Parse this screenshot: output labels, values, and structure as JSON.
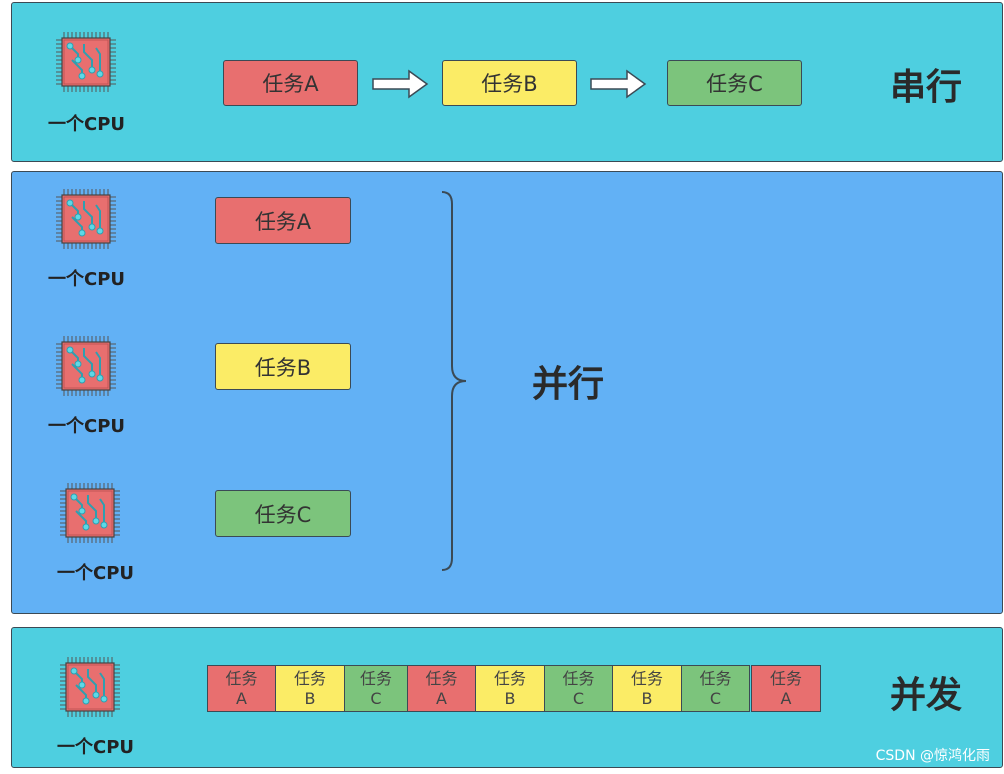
{
  "serial": {
    "cpu_label": "一个CPU",
    "tasks": [
      "任务A",
      "任务B",
      "任务C"
    ],
    "title": "串行"
  },
  "parallel": {
    "cpu_labels": [
      "一个CPU",
      "一个CPU",
      "一个CPU"
    ],
    "tasks": [
      "任务A",
      "任务B",
      "任务C"
    ],
    "title": "并行"
  },
  "concurrent": {
    "cpu_label": "一个CPU",
    "title": "并发",
    "slots": [
      {
        "top": "任务",
        "bottom": "A",
        "color": "red"
      },
      {
        "top": "任务",
        "bottom": "B",
        "color": "yellow"
      },
      {
        "top": "任务",
        "bottom": "C",
        "color": "green"
      },
      {
        "top": "任务",
        "bottom": "A",
        "color": "red"
      },
      {
        "top": "任务",
        "bottom": "B",
        "color": "yellow"
      },
      {
        "top": "任务",
        "bottom": "C",
        "color": "green"
      },
      {
        "top": "任务",
        "bottom": "B",
        "color": "yellow"
      },
      {
        "top": "任务",
        "bottom": "C",
        "color": "green"
      },
      {
        "top": "任务",
        "bottom": "A",
        "color": "red"
      }
    ]
  },
  "colors": {
    "red": "#e86f6f",
    "yellow": "#fbec66",
    "green": "#7cc47c",
    "cpu": "#e86f6f",
    "trace": "#3fb8c8"
  },
  "icons": {
    "cpu": "cpu-chip-icon",
    "arrow": "right-arrow-icon",
    "brace": "right-brace-icon"
  },
  "watermark": "CSDN @惊鸿化雨"
}
